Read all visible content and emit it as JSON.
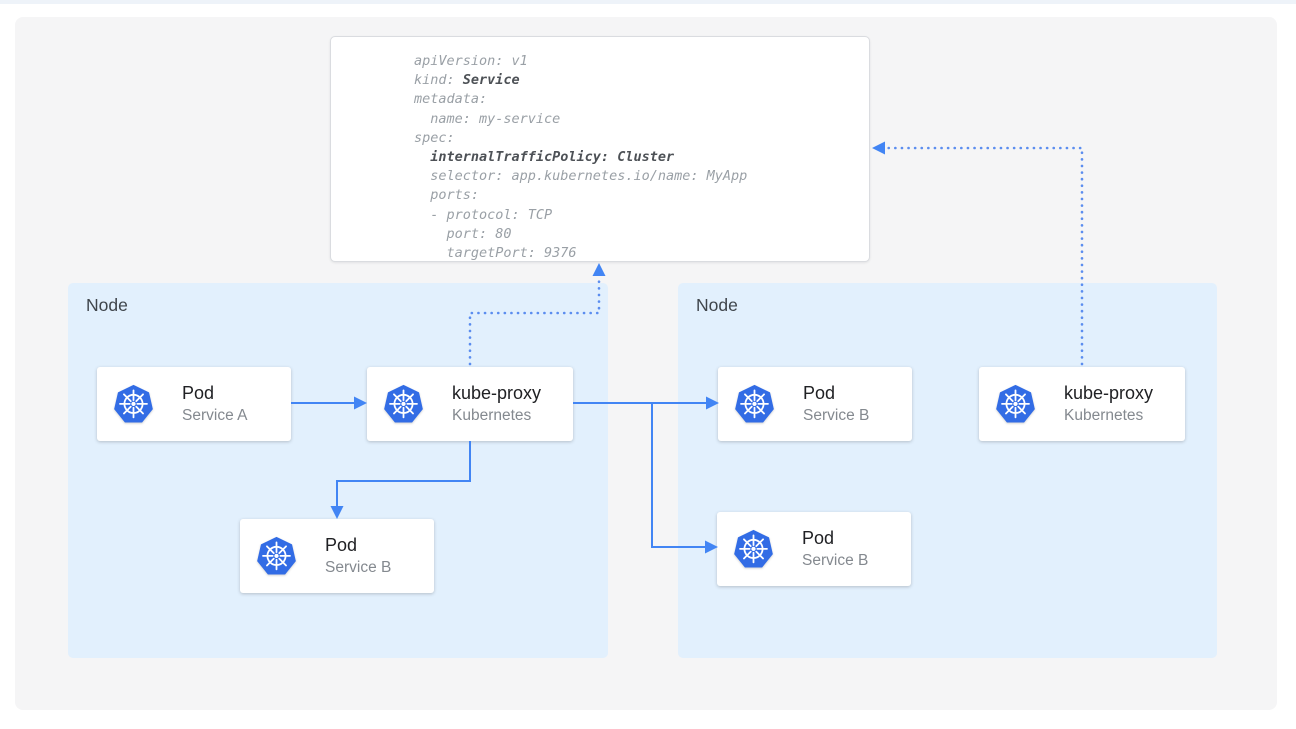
{
  "diagram": {
    "yaml_card": {
      "lines": [
        {
          "pre": "apiVersion: v1"
        },
        {
          "pre": "kind: ",
          "bold": "Service"
        },
        {
          "pre": "metadata:"
        },
        {
          "pre": "  name: my-service"
        },
        {
          "pre": "spec:"
        },
        {
          "bold": "  internalTrafficPolicy: Cluster"
        },
        {
          "pre": "  selector: app.kubernetes.io/name: MyApp"
        },
        {
          "pre": "  ports:"
        },
        {
          "pre": "  - protocol: TCP"
        },
        {
          "pre": "    port: 80"
        },
        {
          "pre": "    targetPort: 9376"
        }
      ]
    },
    "nodes": [
      {
        "label": "Node",
        "pods": [
          {
            "title": "Pod",
            "subtitle": "Service A"
          },
          {
            "title": "kube-proxy",
            "subtitle": "Kubernetes"
          },
          {
            "title": "Pod",
            "subtitle": "Service B"
          }
        ]
      },
      {
        "label": "Node",
        "pods": [
          {
            "title": "Pod",
            "subtitle": "Service B"
          },
          {
            "title": "kube-proxy",
            "subtitle": "Kubernetes"
          },
          {
            "title": "Pod",
            "subtitle": "Service B"
          }
        ]
      }
    ],
    "icons": {
      "workload_logo": "kubernetes-icon"
    },
    "colors": {
      "solid_arrow": "#4285f4",
      "dotted_arrow": "#5b8def",
      "kubernetes_blue": "#326ce5",
      "node_bg": "#e2f0fd",
      "panel_bg": "#f5f5f6"
    }
  }
}
